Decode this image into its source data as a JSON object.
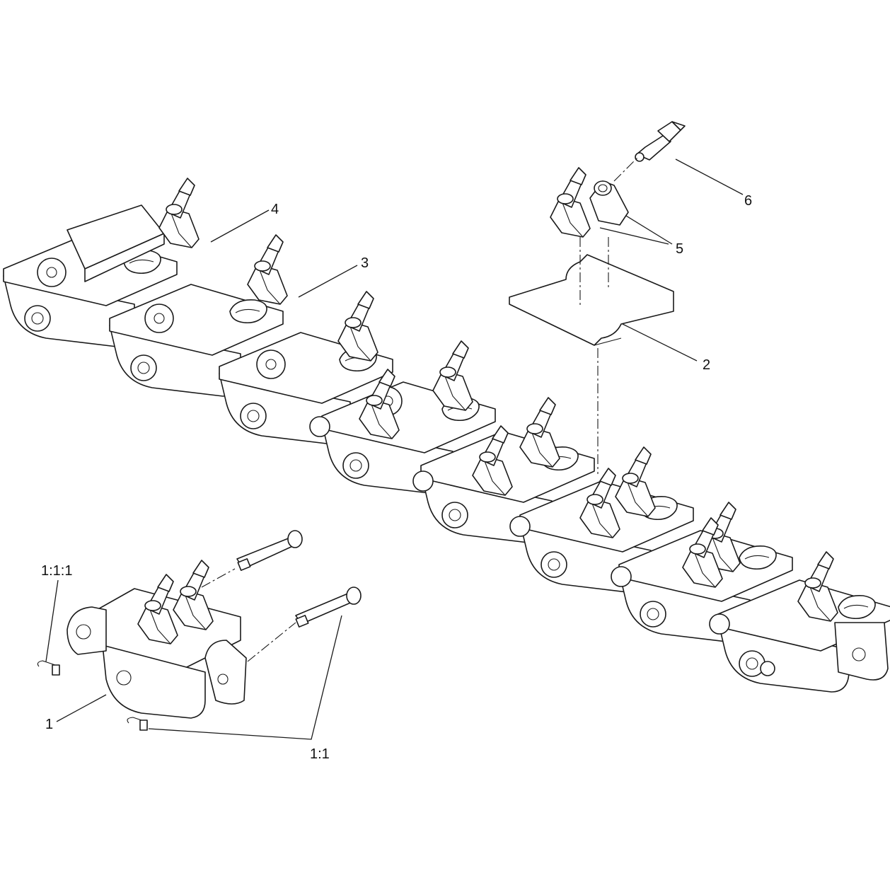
{
  "diagram": {
    "callouts": [
      {
        "id": "c1",
        "label": "1"
      },
      {
        "id": "c1_1",
        "label": "1:1"
      },
      {
        "id": "c1_1_1",
        "label": "1:1:1"
      },
      {
        "id": "c2",
        "label": "2"
      },
      {
        "id": "c3",
        "label": "3"
      },
      {
        "id": "c4",
        "label": "4"
      },
      {
        "id": "c5",
        "label": "5"
      },
      {
        "id": "c6",
        "label": "6"
      }
    ]
  },
  "colors": {
    "line": "#1a1a1a",
    "background": "#ffffff"
  }
}
